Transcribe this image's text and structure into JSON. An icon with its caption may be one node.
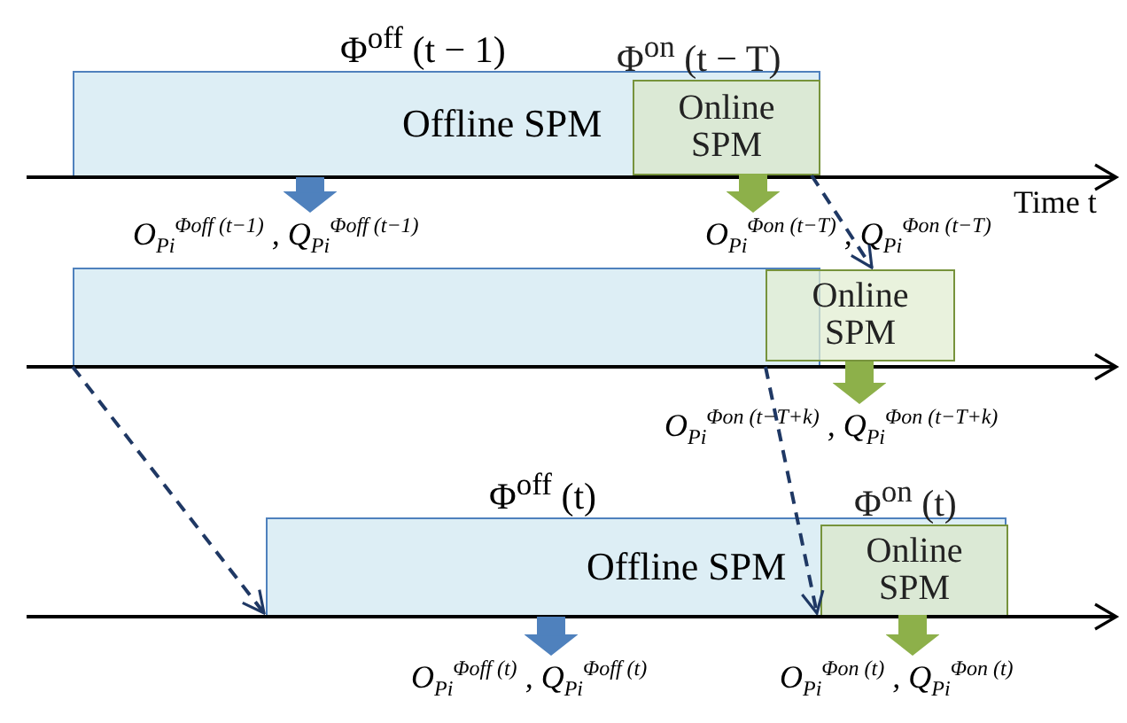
{
  "diagram": {
    "nodes": [
      {
        "text": [
          "Φ$^{off}$ (t − 1)",
          "Offline SPM"
        ]
      },
      {
        "text": [
          "Φ$^{on}$ (t − T)",
          "Online SPM"
        ],
        "in": 0
      },
      {
        "text": [],
        "shape": "box"
      },
      {
        "text": [
          "Online SPM"
        ]
      },
      {
        "text": [
          "Φ$^{off}$ (t)",
          "Offline SPM"
        ]
      },
      {
        "text": [
          "Φ$^{on}$ (t)",
          "Online SPM"
        ],
        "in": 4
      },
      {
        "text": [
          "O$_{Pi}$$^{Φoff (t−1)}$ , Q$_{Pi}$$^{Φoff (t−1)}$"
        ]
      },
      {
        "text": [
          "O$_{Pi}$$^{Φon (t−T)}$ , Q$_{Pi}$$^{Φon (t−T)}$"
        ]
      },
      {
        "text": [
          "O$_{Pi}$$^{Φon (t−T+k)}$ , Q$_{Pi}$$^{Φon (t−T+k)}$"
        ]
      },
      {
        "text": [
          "O$_{Pi}$$^{Φoff (t)}$ , Q$_{Pi}$$^{Φoff (t)}$"
        ]
      },
      {
        "text": [
          "O$_{Pi}$$^{Φon (t)}$ , Q$_{Pi}$$^{Φon (t)}$"
        ]
      }
    ],
    "edges": [
      {
        "from": 0,
        "to": 6,
        "arrow": "to",
        "color": "#4f81bd"
      },
      {
        "from": 1,
        "to": 7,
        "arrow": "to",
        "color": "#8db04a"
      },
      {
        "from": 1,
        "to": 3,
        "arrow": "to",
        "style": "dashed",
        "color": "#1f3864"
      },
      {
        "from": 2,
        "to": 4,
        "arrow": "to",
        "style": "dashed",
        "color": "#1f3864"
      },
      {
        "from": 3,
        "to": 8,
        "arrow": "to",
        "color": "#8db04a"
      },
      {
        "from": 3,
        "to": 5,
        "arrow": "to",
        "style": "dashed",
        "color": "#1f3864"
      },
      {
        "from": 4,
        "to": 9,
        "arrow": "to",
        "color": "#4f81bd"
      },
      {
        "from": 5,
        "to": 10,
        "arrow": "to",
        "color": "#8db04a"
      }
    ],
    "labels": [
      "Time t"
    ]
  }
}
